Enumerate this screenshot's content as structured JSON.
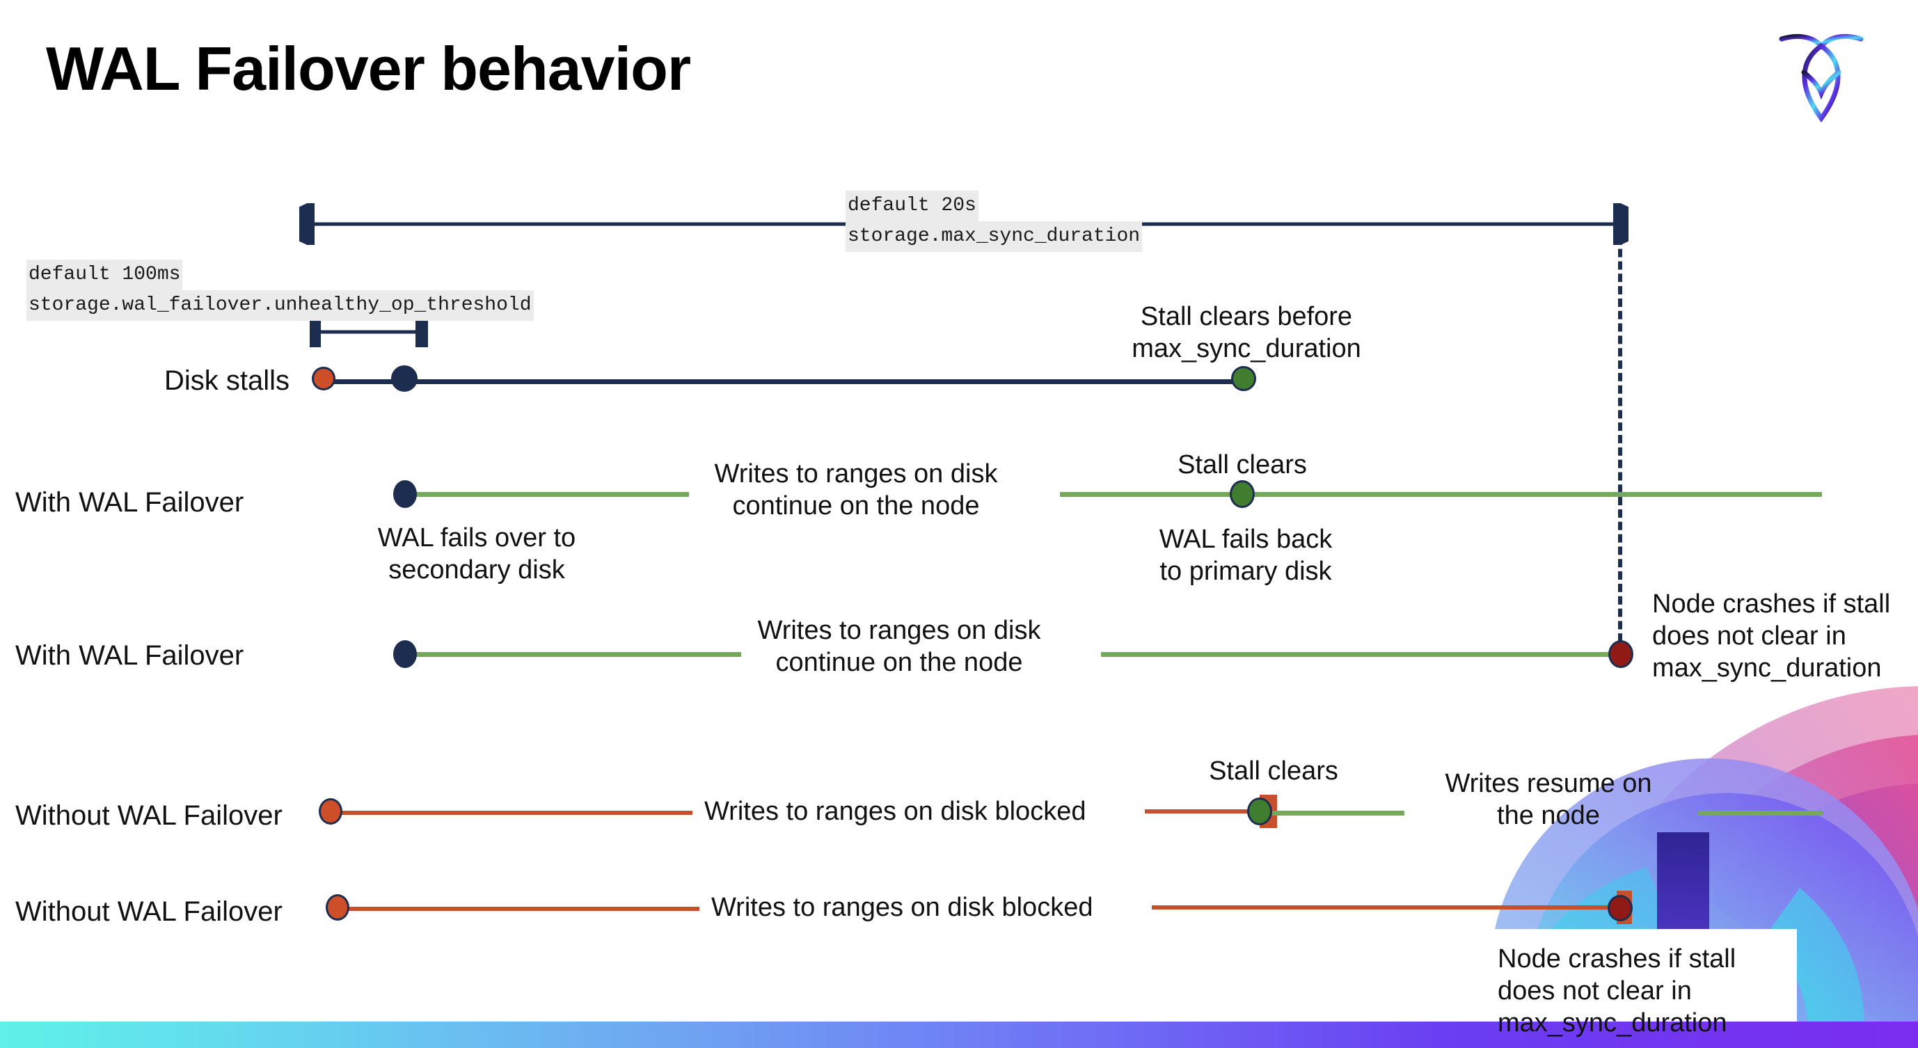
{
  "slide": {
    "title": "WAL Failover behavior",
    "logo_icon": "cockroach-labs-logo-icon",
    "decor_icon": "gradient-fan-decoration-icon",
    "bottom_bar_icon": "gradient-footer-bar",
    "colors": {
      "navy": "#1d2d50",
      "green_line": "#76a85c",
      "red_line": "#c4502c",
      "dot_orange": "#cc4f2a",
      "dot_green": "#417d2e",
      "dot_darkred": "#8f1a16",
      "code_bg": "#ebebeb"
    }
  },
  "code_labels": {
    "max_sync": {
      "default": "default 20s",
      "setting": "storage.max_sync_duration"
    },
    "unhealthy": {
      "default": "default 100ms",
      "setting": "storage.wal_failover.unhealthy_op_threshold"
    }
  },
  "rows": [
    {
      "label": "Disk stalls"
    },
    {
      "label": "With WAL Failover"
    },
    {
      "label": "With WAL Failover"
    },
    {
      "label": "Without WAL Failover"
    },
    {
      "label": "Without WAL Failover"
    }
  ],
  "notes": {
    "stall_clears_before": "Stall clears before\nmax_sync_duration",
    "stall_clears_before_l1": "Stall clears before",
    "stall_clears_before_l2": "max_sync_duration",
    "writes_continue_l1": "Writes to ranges on disk",
    "writes_continue_l2": "continue on the node",
    "stall_clears": "Stall clears",
    "wal_fails_over_l1": "WAL fails over to",
    "wal_fails_over_l2": "secondary disk",
    "wal_fails_back_l1": "WAL fails  back",
    "wal_fails_back_l2": "to primary disk",
    "node_crashes_l1": "Node crashes if stall",
    "node_crashes_l2": "does not clear in",
    "node_crashes_l3": "max_sync_duration",
    "writes_blocked": "Writes to ranges on disk  blocked",
    "writes_resume_l1": "Writes resume on",
    "writes_resume_l2": "the node"
  }
}
